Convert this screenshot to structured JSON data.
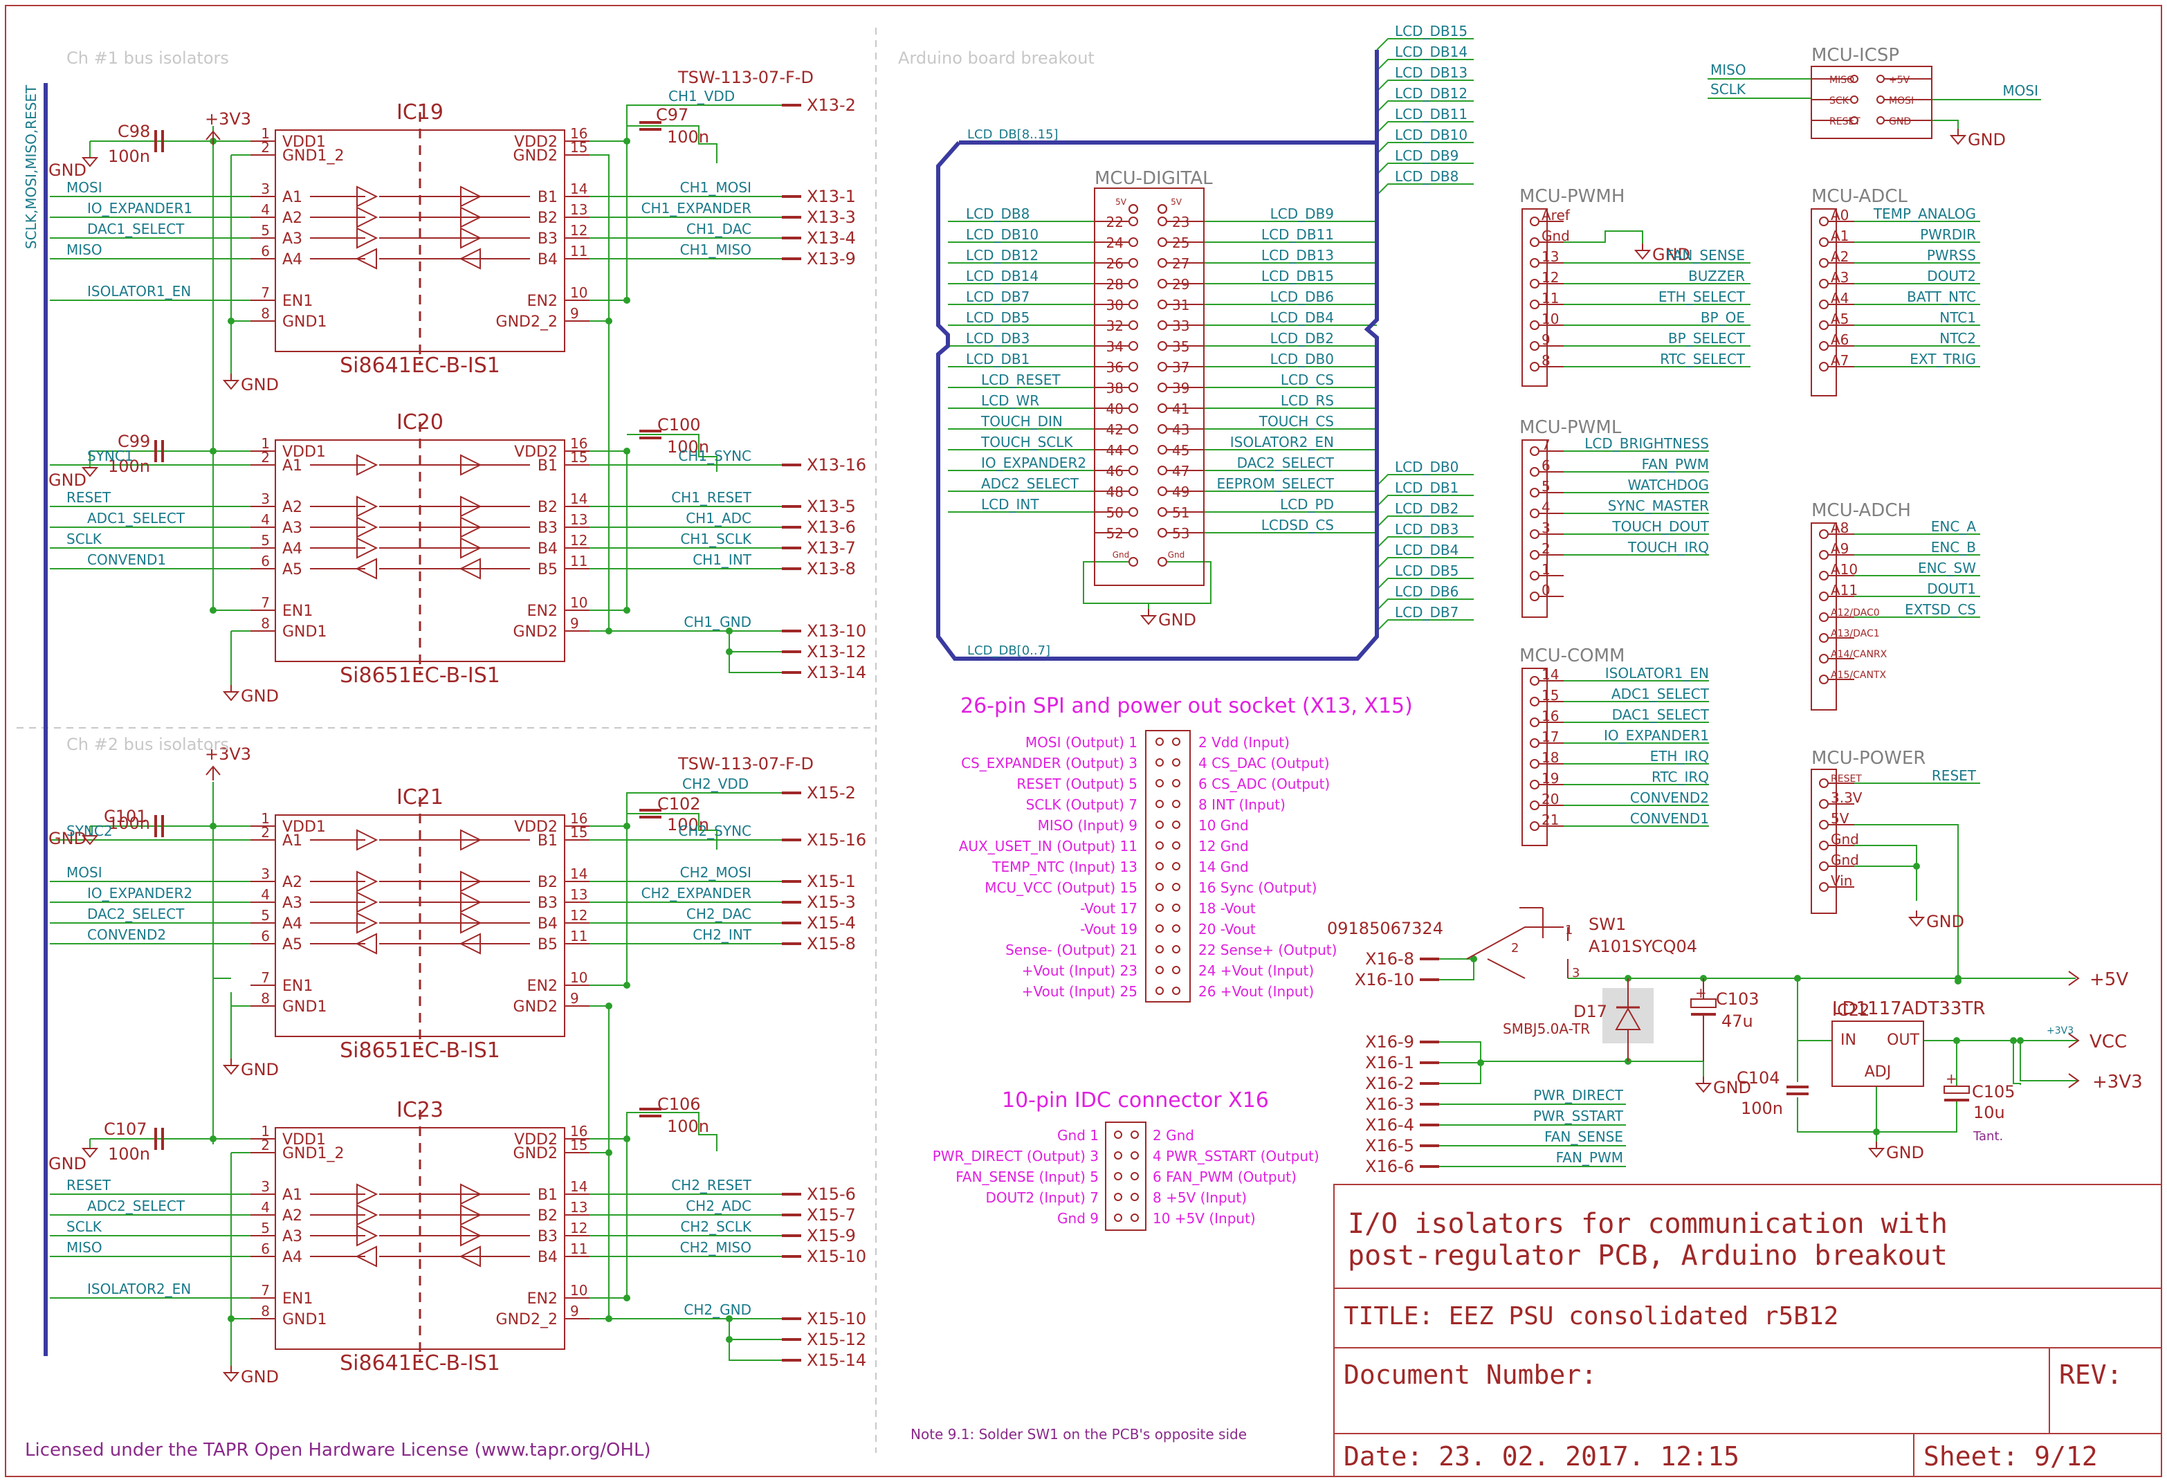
{
  "colors": {
    "frame": "#b03a3a",
    "part": "#a02828",
    "wire": "#2aa02a",
    "net_label": "#1a7a8a",
    "bus": "#3a3aa0",
    "pin_text": "#a02828",
    "annotation": "#e020e0",
    "section": "#c8c8c8",
    "tant": "#8a2a8a"
  },
  "sections": {
    "ch1": "Ch #1 bus isolators",
    "ch2": "Ch #2 bus isolators",
    "arduino": "Arduino board breakout"
  },
  "bus_label_left": "SCLK,MOSI,MISO,RESET",
  "rails": {
    "v33": "+3V3",
    "gnd": "GND"
  },
  "connectors": {
    "tsw": "TSW-113-07-F-D"
  },
  "ic19": {
    "ref": "IC19",
    "part": "Si8641EC-B-IS1",
    "left": [
      [
        "1",
        "VDD1"
      ],
      [
        "2",
        "GND1_2"
      ],
      [
        "3",
        "A1"
      ],
      [
        "4",
        "A2"
      ],
      [
        "5",
        "A3"
      ],
      [
        "6",
        "A4"
      ],
      [
        "7",
        "EN1"
      ],
      [
        "8",
        "GND1"
      ]
    ],
    "right": [
      [
        "16",
        "VDD2"
      ],
      [
        "15",
        "GND2"
      ],
      [
        "14",
        "B1"
      ],
      [
        "13",
        "B2"
      ],
      [
        "12",
        "B3"
      ],
      [
        "11",
        "B4"
      ],
      [
        "10",
        "EN2"
      ],
      [
        "9",
        "GND2_2"
      ]
    ],
    "in_nets": [
      "MOSI",
      "IO_EXPANDER1",
      "DAC1_SELECT",
      "MISO",
      "ISOLATOR1_EN"
    ],
    "out_nets": [
      "CH1_VDD",
      "CH1_MOSI",
      "CH1_EXPANDER",
      "CH1_DAC",
      "CH1_MISO"
    ],
    "x13": [
      "X13-2",
      "X13-1",
      "X13-3",
      "X13-4",
      "X13-9"
    ],
    "caps": [
      "C98",
      "100n",
      "C97",
      "100n"
    ]
  },
  "ic20": {
    "ref": "IC20",
    "part": "Si8651EC-B-IS1",
    "left": [
      [
        "1",
        "VDD1"
      ],
      [
        "2",
        "A1"
      ],
      [
        "3",
        "A2"
      ],
      [
        "4",
        "A3"
      ],
      [
        "5",
        "A4"
      ],
      [
        "6",
        "A5"
      ],
      [
        "7",
        "EN1"
      ],
      [
        "8",
        "GND1"
      ]
    ],
    "right": [
      [
        "16",
        "VDD2"
      ],
      [
        "15",
        "B1"
      ],
      [
        "14",
        "B2"
      ],
      [
        "13",
        "B3"
      ],
      [
        "12",
        "B4"
      ],
      [
        "11",
        "B5"
      ],
      [
        "10",
        "EN2"
      ],
      [
        "9",
        "GND2"
      ]
    ],
    "in_nets": [
      "SYNC1",
      "RESET",
      "ADC1_SELECT",
      "SCLK",
      "CONVEND1"
    ],
    "out_nets": [
      "CH1_SYNC",
      "CH1_RESET",
      "CH1_ADC",
      "CH1_SCLK",
      "CH1_INT",
      "CH1_GND"
    ],
    "x13": [
      "X13-16",
      "X13-5",
      "X13-6",
      "X13-7",
      "X13-8",
      "X13-10",
      "X13-12",
      "X13-14"
    ],
    "caps": [
      "C99",
      "100n",
      "C100",
      "100n"
    ]
  },
  "ic21": {
    "ref": "IC21",
    "part": "Si8651EC-B-IS1",
    "left": [
      [
        "1",
        "VDD1"
      ],
      [
        "2",
        "A1"
      ],
      [
        "3",
        "A2"
      ],
      [
        "4",
        "A3"
      ],
      [
        "5",
        "A4"
      ],
      [
        "6",
        "A5"
      ],
      [
        "7",
        "EN1"
      ],
      [
        "8",
        "GND1"
      ]
    ],
    "right": [
      [
        "16",
        "VDD2"
      ],
      [
        "15",
        "B1"
      ],
      [
        "14",
        "B2"
      ],
      [
        "13",
        "B3"
      ],
      [
        "12",
        "B4"
      ],
      [
        "11",
        "B5"
      ],
      [
        "10",
        "EN2"
      ],
      [
        "9",
        "GND2"
      ]
    ],
    "in_nets": [
      "SYNC2",
      "MOSI",
      "IO_EXPANDER2",
      "DAC2_SELECT",
      "CONVEND2"
    ],
    "out_nets": [
      "CH2_VDD",
      "CH2_SYNC",
      "CH2_MOSI",
      "CH2_EXPANDER",
      "CH2_DAC",
      "CH2_INT"
    ],
    "x15": [
      "X15-2",
      "X15-16",
      "X15-1",
      "X15-3",
      "X15-4",
      "X15-8"
    ],
    "caps": [
      "C101",
      "100n",
      "C102",
      "100n"
    ]
  },
  "ic23": {
    "ref": "IC23",
    "part": "Si8641EC-B-IS1",
    "left": [
      [
        "1",
        "VDD1"
      ],
      [
        "2",
        "GND1_2"
      ],
      [
        "3",
        "A1"
      ],
      [
        "4",
        "A2"
      ],
      [
        "5",
        "A3"
      ],
      [
        "6",
        "A4"
      ],
      [
        "7",
        "EN1"
      ],
      [
        "8",
        "GND1"
      ]
    ],
    "right": [
      [
        "16",
        "VDD2"
      ],
      [
        "15",
        "GND2"
      ],
      [
        "14",
        "B1"
      ],
      [
        "13",
        "B2"
      ],
      [
        "12",
        "B3"
      ],
      [
        "11",
        "B4"
      ],
      [
        "10",
        "EN2"
      ],
      [
        "9",
        "GND2_2"
      ]
    ],
    "in_nets": [
      "RESET",
      "ADC2_SELECT",
      "SCLK",
      "MISO",
      "ISOLATOR2_EN"
    ],
    "out_nets": [
      "CH2_RESET",
      "CH2_ADC",
      "CH2_SCLK",
      "CH2_MISO",
      "CH2_GND"
    ],
    "x15": [
      "X15-5",
      "X15-6",
      "X15-7",
      "X15-9",
      "X15-10",
      "X15-12",
      "X15-14"
    ],
    "caps": [
      "C107",
      "100n",
      "C106",
      "100n"
    ]
  },
  "mcu_digital": {
    "title": "MCU-DIGITAL",
    "hdr5v": "5V",
    "hdrgnd": "Gnd",
    "rows": [
      [
        "LCD_DB8",
        "22",
        "23",
        "LCD_DB9"
      ],
      [
        "LCD_DB10",
        "24",
        "25",
        "LCD_DB11"
      ],
      [
        "LCD_DB12",
        "26",
        "27",
        "LCD_DB13"
      ],
      [
        "LCD_DB14",
        "28",
        "29",
        "LCD_DB15"
      ],
      [
        "LCD_DB7",
        "30",
        "31",
        "LCD_DB6"
      ],
      [
        "LCD_DB5",
        "32",
        "33",
        "LCD_DB4"
      ],
      [
        "LCD_DB3",
        "34",
        "35",
        "LCD_DB2"
      ],
      [
        "LCD_DB1",
        "36",
        "37",
        "LCD_DB0"
      ],
      [
        "LCD_RESET",
        "38",
        "39",
        "LCD_CS"
      ],
      [
        "LCD_WR",
        "40",
        "41",
        "LCD_RS"
      ],
      [
        "TOUCH_DIN",
        "42",
        "43",
        "TOUCH_CS"
      ],
      [
        "TOUCH_SCLK",
        "44",
        "45",
        "ISOLATOR2_EN"
      ],
      [
        "IO_EXPANDER2",
        "46",
        "47",
        "DAC2_SELECT"
      ],
      [
        "ADC2_SELECT",
        "48",
        "49",
        "EEPROM_SELECT"
      ],
      [
        "LCD_INT",
        "50",
        "51",
        "LCD_PD"
      ],
      [
        "",
        "52",
        "53",
        "LCDSD_CS"
      ]
    ],
    "bus_hi": "LCD_DB[8..15]",
    "bus_lo": "LCD_DB[0..7]",
    "db_hi": [
      "LCD_DB15",
      "LCD_DB14",
      "LCD_DB13",
      "LCD_DB12",
      "LCD_DB11",
      "LCD_DB10",
      "LCD_DB9",
      "LCD_DB8"
    ],
    "db_lo": [
      "LCD_DB0",
      "LCD_DB1",
      "LCD_DB2",
      "LCD_DB3",
      "LCD_DB4",
      "LCD_DB5",
      "LCD_DB6",
      "LCD_DB7"
    ]
  },
  "mcu_icsp": {
    "title": "MCU-ICSP",
    "left_nets": [
      "MISO",
      "SCLK"
    ],
    "pins_l": [
      "MISO",
      "SCK",
      "RESET"
    ],
    "pins_r": [
      "+5V",
      "MOSI",
      "GND"
    ],
    "right_net": "MOSI"
  },
  "mcu_pwmh": {
    "title": "MCU-PWMH",
    "pins": [
      [
        "Aref",
        ""
      ],
      [
        "Gnd",
        "GND"
      ],
      [
        "13",
        "FAN_SENSE"
      ],
      [
        "12",
        "BUZZER"
      ],
      [
        "11",
        "ETH_SELECT"
      ],
      [
        "10",
        "BP_OE"
      ],
      [
        "9",
        "BP_SELECT"
      ],
      [
        "8",
        "RTC_SELECT"
      ]
    ]
  },
  "mcu_pwml": {
    "title": "MCU-PWML",
    "pins": [
      [
        "7",
        "LCD_BRIGHTNESS"
      ],
      [
        "6",
        "FAN_PWM"
      ],
      [
        "5",
        "WATCHDOG"
      ],
      [
        "4",
        "SYNC_MASTER"
      ],
      [
        "3",
        "TOUCH_DOUT"
      ],
      [
        "2",
        "TOUCH_IRQ"
      ],
      [
        "1",
        ""
      ],
      [
        "0",
        ""
      ]
    ]
  },
  "mcu_comm": {
    "title": "MCU-COMM",
    "pins": [
      [
        "14",
        "ISOLATOR1_EN"
      ],
      [
        "15",
        "ADC1_SELECT"
      ],
      [
        "16",
        "DAC1_SELECT"
      ],
      [
        "17",
        "IO_EXPANDER1"
      ],
      [
        "18",
        "ETH_IRQ"
      ],
      [
        "19",
        "RTC_IRQ"
      ],
      [
        "20",
        "CONVEND2"
      ],
      [
        "21",
        "CONVEND1"
      ]
    ]
  },
  "mcu_adcl": {
    "title": "MCU-ADCL",
    "pins": [
      [
        "A0",
        "TEMP_ANALOG"
      ],
      [
        "A1",
        "PWRDIR"
      ],
      [
        "A2",
        "PWRSS"
      ],
      [
        "A3",
        "DOUT2"
      ],
      [
        "A4",
        "BATT_NTC"
      ],
      [
        "A5",
        "NTC1"
      ],
      [
        "A6",
        "NTC2"
      ],
      [
        "A7",
        "EXT_TRIG"
      ]
    ]
  },
  "mcu_adch": {
    "title": "MCU-ADCH",
    "pins": [
      [
        "A8",
        "ENC_A"
      ],
      [
        "A9",
        "ENC_B"
      ],
      [
        "A10",
        "ENC_SW"
      ],
      [
        "A11",
        "DOUT1"
      ],
      [
        "A12/DAC0",
        "EXTSD_CS"
      ],
      [
        "A13/DAC1",
        ""
      ],
      [
        "A14/CANRX",
        ""
      ],
      [
        "A15/CANTX",
        ""
      ]
    ]
  },
  "mcu_power": {
    "title": "MCU-POWER",
    "pins": [
      [
        "RESET",
        "RESET"
      ],
      [
        "3.3V",
        ""
      ],
      [
        "5V",
        ""
      ],
      [
        "Gnd",
        ""
      ],
      [
        "Gnd",
        ""
      ],
      [
        "Vin",
        ""
      ]
    ]
  },
  "socket26": {
    "title": "26-pin SPI and power out socket (X13, X15)",
    "left": [
      "MOSI (Output) 1",
      "CS_EXPANDER (Output) 3",
      "RESET (Output) 5",
      "SCLK (Output) 7",
      "MISO (Input) 9",
      "AUX_USET_IN (Output) 11",
      "TEMP_NTC (Input) 13",
      "MCU_VCC (Output) 15",
      "-Vout 17",
      "-Vout 19",
      "Sense- (Output) 21",
      "+Vout (Input) 23",
      "+Vout (Input) 25"
    ],
    "right": [
      "2 Vdd (Input)",
      "4 CS_DAC (Output)",
      "6 CS_ADC (Output)",
      "8 INT (Input)",
      "10 Gnd",
      "12 Gnd",
      "14 Gnd",
      "16 Sync (Output)",
      "18 -Vout",
      "20 -Vout",
      "22 Sense+ (Output)",
      "24 +Vout (Input)",
      "26 +Vout (Input)"
    ]
  },
  "idc10": {
    "title": "10-pin IDC connector X16",
    "left": [
      "Gnd 1",
      "PWR_DIRECT (Output) 3",
      "FAN_SENSE (Input) 5",
      "DOUT2 (Input) 7",
      "Gnd 9"
    ],
    "right": [
      "2 Gnd",
      "4 PWR_SSTART (Output)",
      "6 FAN_PWM (Output)",
      "8 +5V (Input)",
      "10 +5V (Input)"
    ]
  },
  "power": {
    "sw_part": "09185067324",
    "sw_ref": "SW1",
    "sw_value": "A101SYCQ04",
    "sw_pins": [
      "1",
      "2",
      "3"
    ],
    "x16_sw": [
      "X16-8",
      "X16-10"
    ],
    "d17": "D17",
    "d17_part": "SMBJ5.0A-TR",
    "c103": [
      "C103",
      "47u"
    ],
    "c104": [
      "C104",
      "100n"
    ],
    "c105": [
      "C105",
      "10u",
      "Tant."
    ],
    "ic22": [
      "IC22",
      "LD1117ADT33TR",
      "IN",
      "OUT",
      "ADJ"
    ],
    "x16": [
      "X16-9",
      "X16-1",
      "X16-2",
      "X16-3",
      "X16-4",
      "X16-5",
      "X16-6"
    ],
    "x16_nets": [
      "PWR_DIRECT",
      "PWR_SSTART",
      "FAN_SENSE",
      "FAN_PWM"
    ],
    "p5v": "+5V",
    "p33": "+3V3",
    "vcc": "VCC"
  },
  "note": "Note 9.1: Solder SW1 on the PCB's opposite side",
  "license": "Licensed under the TAPR Open Hardware License (www.tapr.org/OHL)",
  "title_block": {
    "description_1": "I/O isolators for communication with",
    "description_2": "post-regulator PCB, Arduino breakout",
    "title": "TITLE:  EEZ PSU consolidated r5B12",
    "doc": "Document Number:",
    "rev": "REV:",
    "date": "Date: 23. 02. 2017. 12:15",
    "sheet": "Sheet: 9/12"
  }
}
